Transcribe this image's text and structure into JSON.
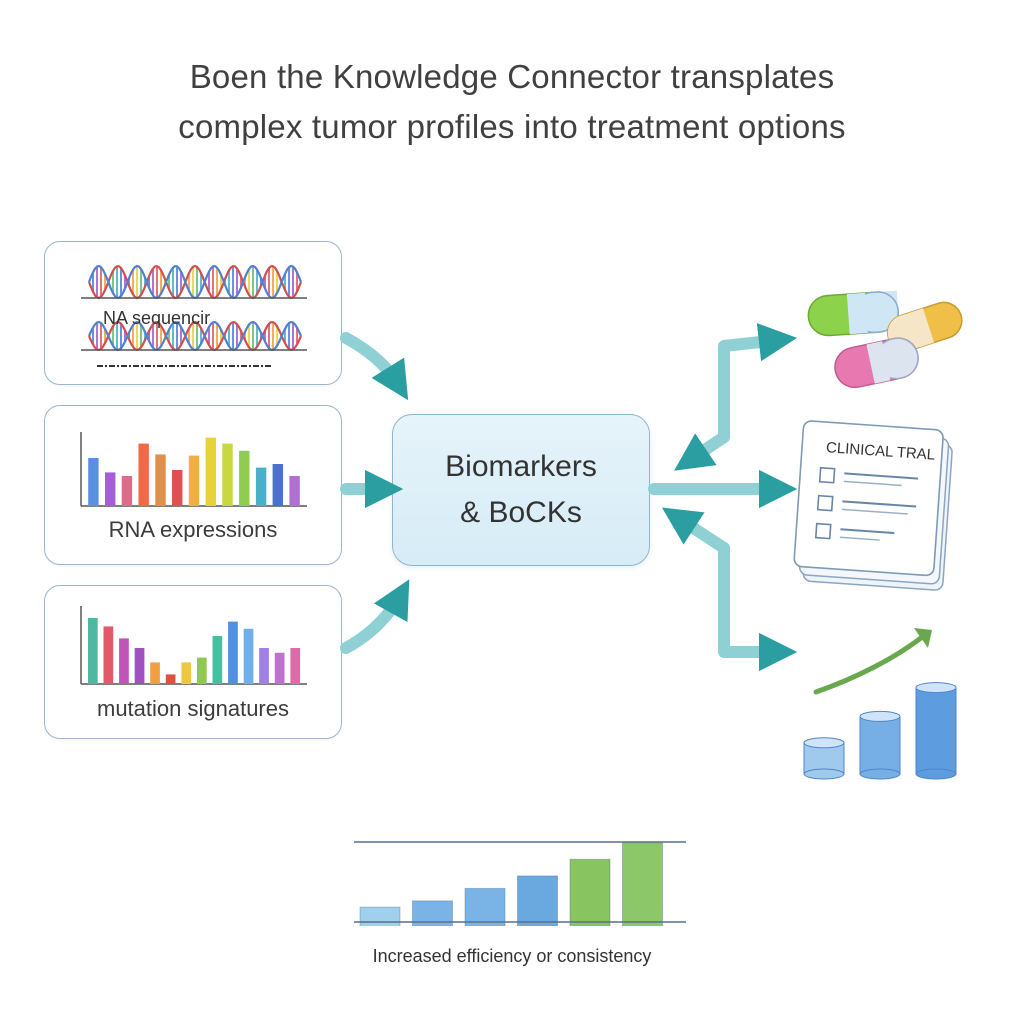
{
  "title": {
    "line1": "Boen the Knowledge Connector transplates",
    "line2": "complex tumor profiles into treatment options"
  },
  "inputs": {
    "dna": {
      "label": "NA sequencir",
      "icon": "dna-helix-icon"
    },
    "rna": {
      "label": "RNA expressions",
      "bars": [
        0.4,
        0.28,
        0.25,
        0.52,
        0.43,
        0.3,
        0.42,
        0.57,
        0.52,
        0.46,
        0.32,
        0.35,
        0.25
      ],
      "colors": [
        "#5b8fe0",
        "#a45fd6",
        "#e06a8a",
        "#f06a48",
        "#e0904a",
        "#e05050",
        "#f0b040",
        "#e8d23a",
        "#c8d840",
        "#90cc50",
        "#48b0c8",
        "#4a70d0",
        "#b070d0"
      ]
    },
    "mutation": {
      "label": "mutation signatures",
      "bars": [
        0.55,
        0.48,
        0.38,
        0.3,
        0.18,
        0.08,
        0.18,
        0.22,
        0.4,
        0.52,
        0.46,
        0.3,
        0.26,
        0.3
      ],
      "colors": [
        "#50b8a0",
        "#e05a6a",
        "#c054b8",
        "#a050c0",
        "#f0a040",
        "#e05040",
        "#f0c840",
        "#90c850",
        "#48c0a0",
        "#5090e0",
        "#70b0e8",
        "#a080e0",
        "#c070d0",
        "#e06aa8"
      ]
    }
  },
  "hub": {
    "line1": "Biomarkers",
    "line2": "& BoCKs"
  },
  "outputs": {
    "drugs": {
      "icon": "pill-capsules-icon",
      "colors": [
        "#8cd24a",
        "#f0bf48",
        "#e878b0"
      ]
    },
    "trial": {
      "label": "CLINICAL TRAL",
      "icon": "clinical-trial-document-icon"
    },
    "growth": {
      "icon": "growth-bar-chart-icon",
      "values": [
        0.26,
        0.48,
        0.72
      ],
      "arrow_color": "#6aa84f"
    }
  },
  "colors": {
    "arrow": "#8fd0d4",
    "arrowhead": "#2a9ea0",
    "panel_border": "#9cb6d0"
  },
  "chart_data": {
    "type": "bar",
    "title": "",
    "xlabel": "Increased efficiency or consistency",
    "ylabel": "",
    "categories": [],
    "values": [
      0.22,
      0.28,
      0.4,
      0.52,
      0.68,
      0.84
    ],
    "colors": [
      "#9fd0ec",
      "#7ab4e6",
      "#7ab4e6",
      "#6aa8e0",
      "#88c460",
      "#8cc86a"
    ],
    "ylim": [
      0,
      1
    ],
    "grid": false
  }
}
